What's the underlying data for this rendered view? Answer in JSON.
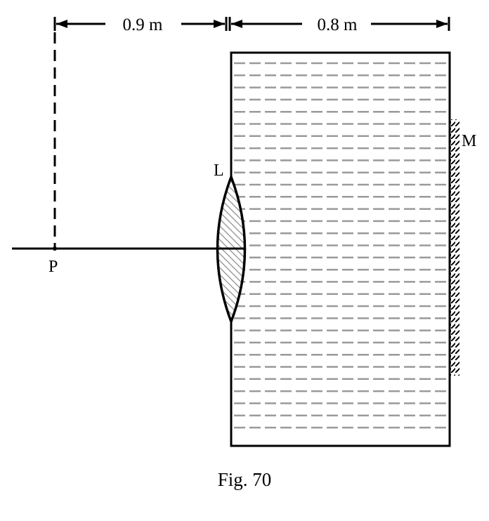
{
  "figure": {
    "caption": "Fig. 70",
    "dimensions": {
      "left": "0.9 m",
      "right": "0.8 m"
    },
    "labels": {
      "point": "P",
      "lens": "L",
      "mirror": "M"
    }
  },
  "colors": {
    "ink": "#000000",
    "liquid_lines": "#9a9a9a",
    "lens_hatch": "#8c8c8c"
  }
}
